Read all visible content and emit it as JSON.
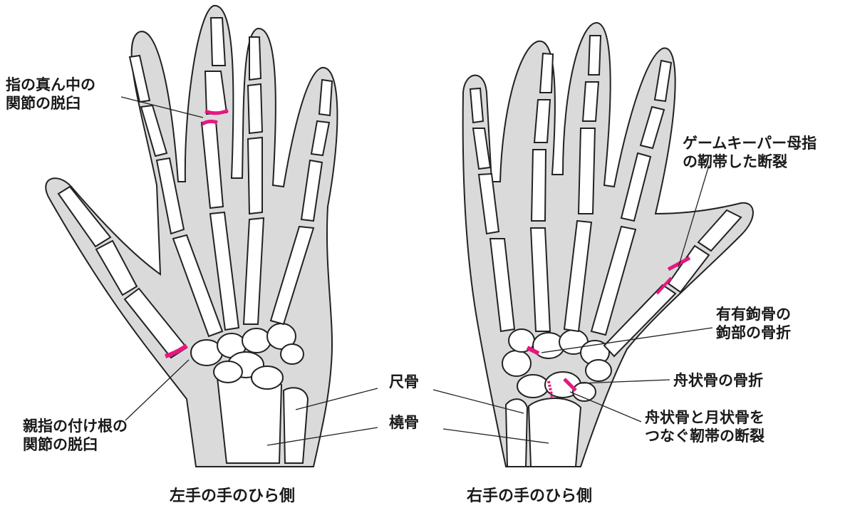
{
  "colors": {
    "skin": "#dadada",
    "bone": "#ffffff",
    "outline": "#222222",
    "injury": "#e8177f"
  },
  "labels": {
    "middle_finger_dislocation": {
      "line1": "指の真ん中の",
      "line2": "関節の脱臼"
    },
    "thumb_base_dislocation": {
      "line1": "親指の付け根の",
      "line2": "関節の脱臼"
    },
    "ulna": "尺骨",
    "radius": "橈骨",
    "gamekeeper_thumb": {
      "line1": "ゲームキーパー母指",
      "line2": "の靭帯した断裂"
    },
    "hamate_hook_fracture": {
      "line1": "有有鉤骨の",
      "line2": "鉤部の骨折"
    },
    "scaphoid_fracture": "舟状骨の骨折",
    "scapholunate_ligament_tear": {
      "line1": "舟状骨と月状骨を",
      "line2": "つなぐ靭帯の断裂"
    }
  },
  "captions": {
    "left_hand": "左手の手のひら側",
    "right_hand": "右手の手のひら側"
  }
}
